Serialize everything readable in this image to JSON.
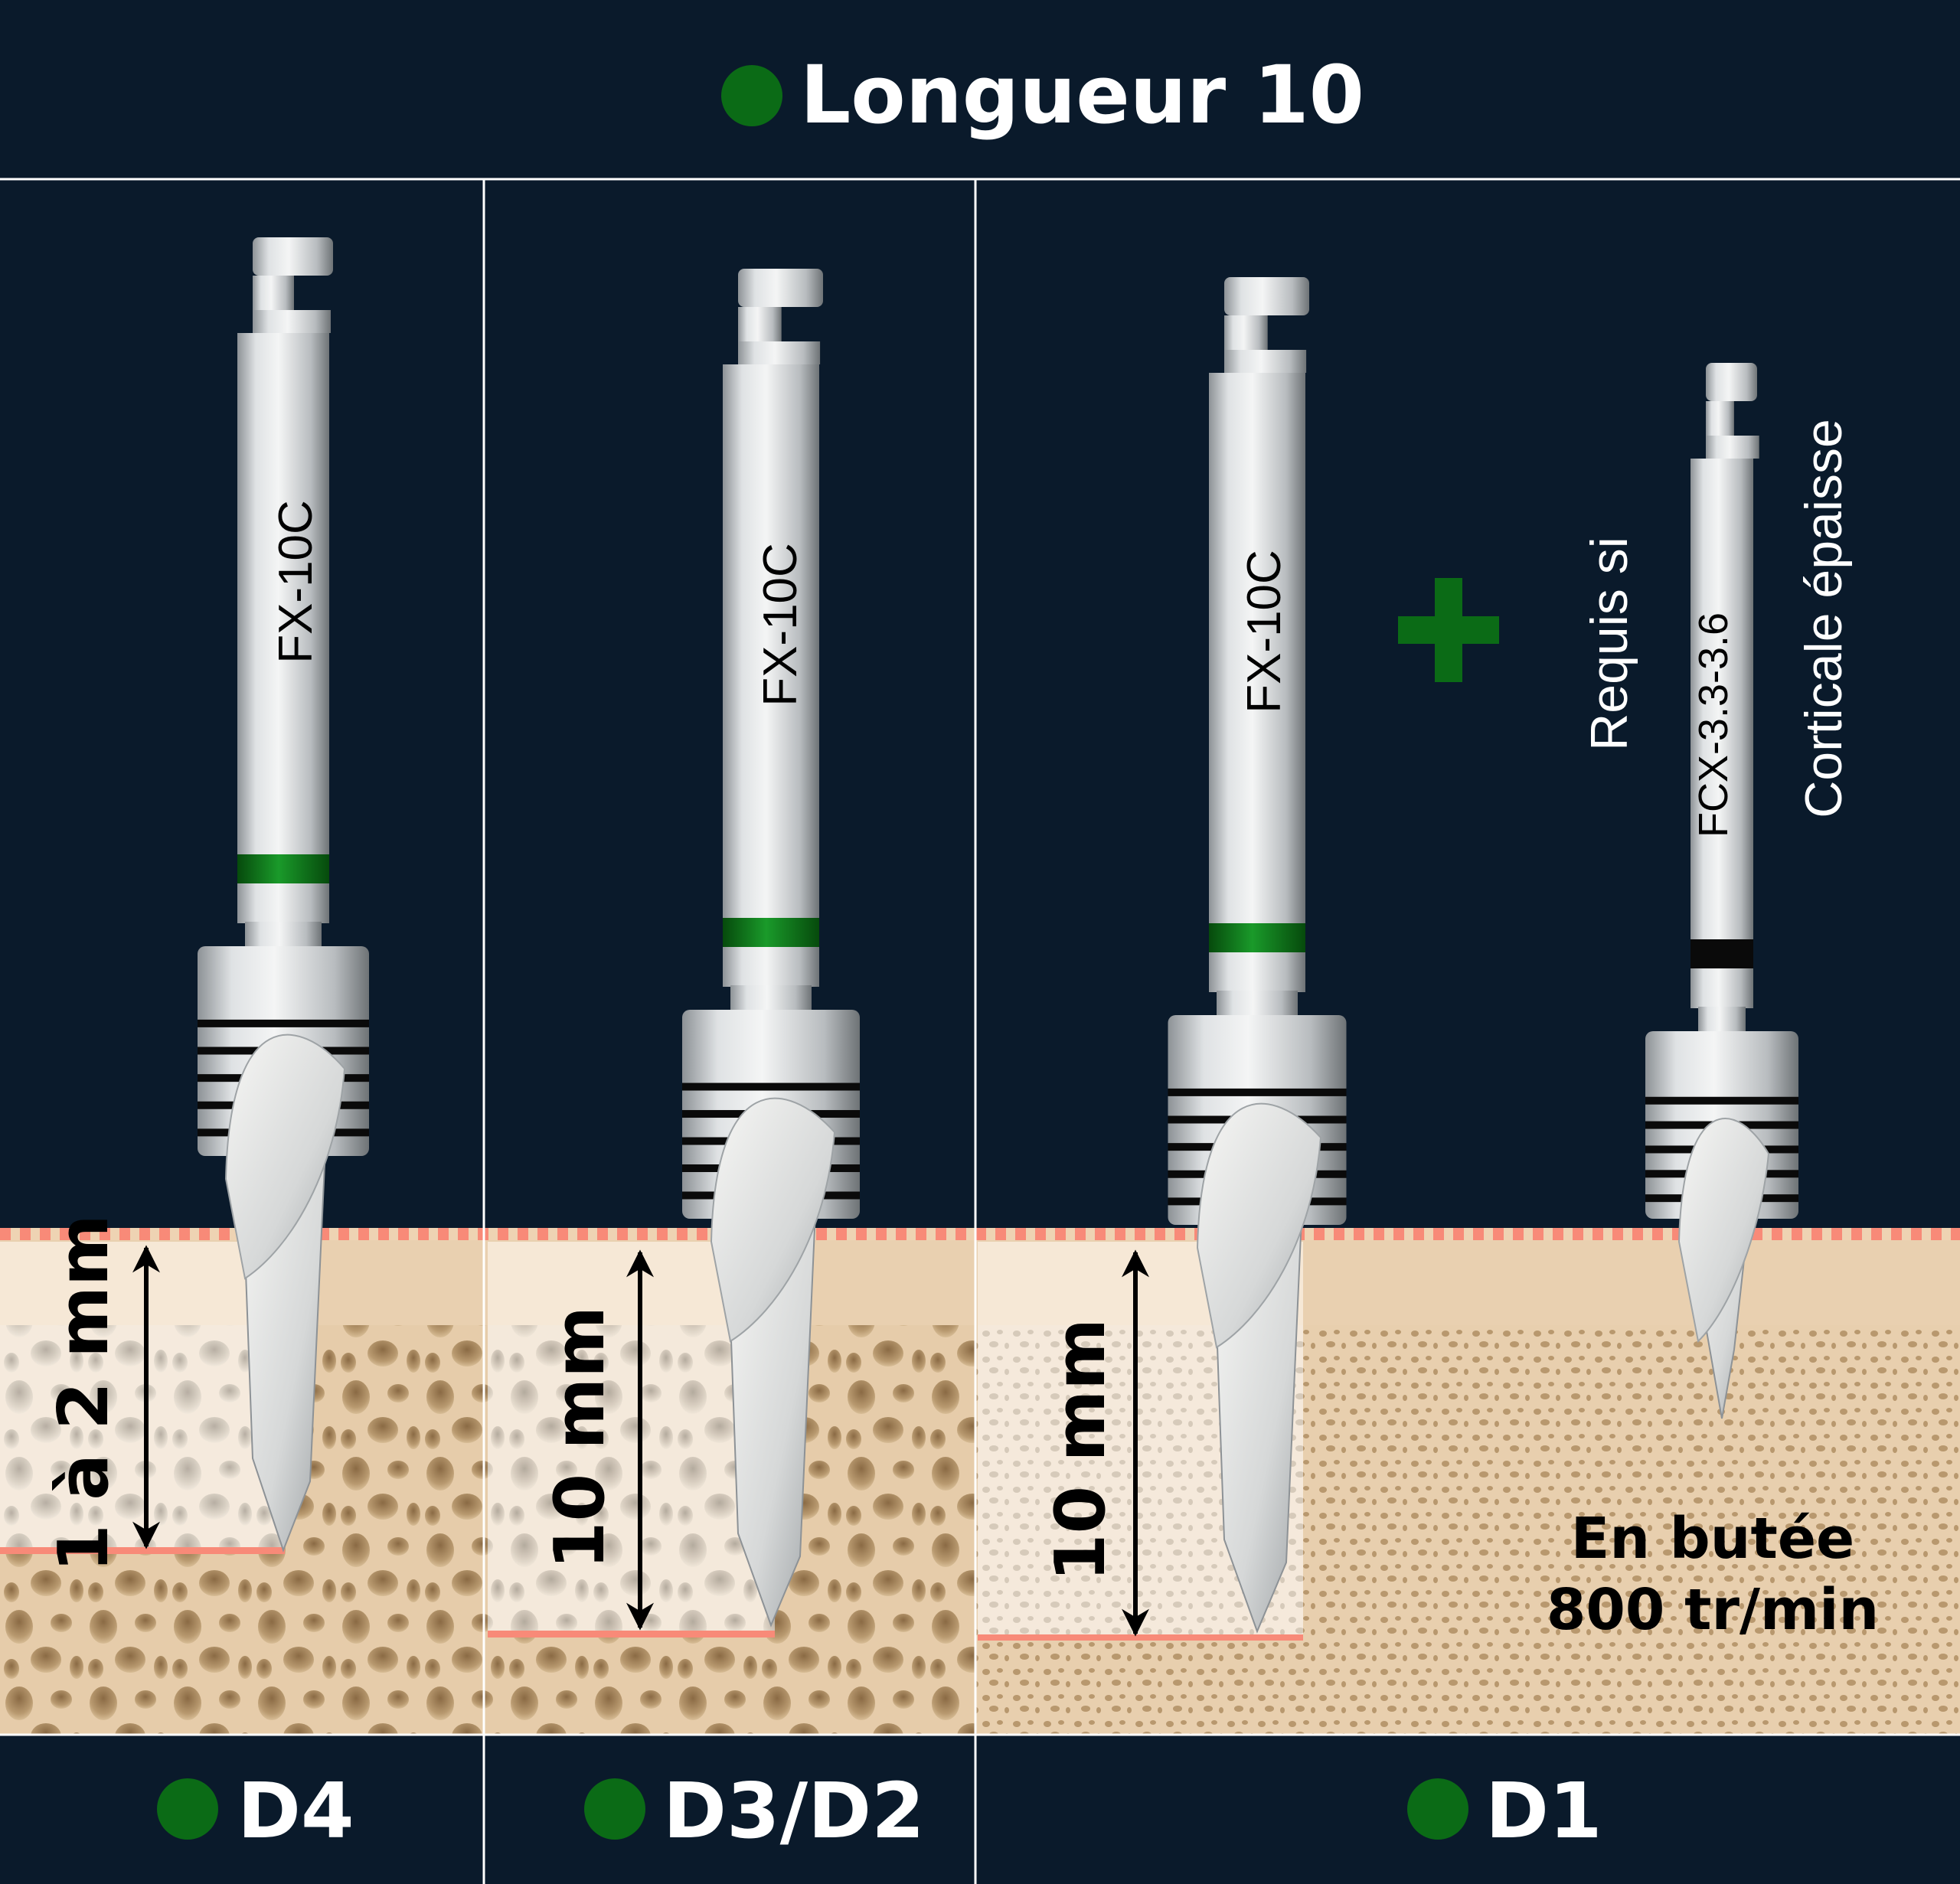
{
  "header": {
    "title": "Longueur 10",
    "dot_color": "#0b6b16"
  },
  "columns": [
    {
      "label": "D4",
      "depth_label": "1 à 2 mm",
      "drill_label": "FX-10C"
    },
    {
      "label": "D3/D2",
      "depth_label": "10 mm",
      "drill_label": "FX-10C"
    },
    {
      "label": "D1",
      "depth_label": "10 mm",
      "drill_label": "FX-10C"
    }
  ],
  "extra_drill": {
    "label": "FCX-3.3-3.6",
    "note_line1": "Requis si",
    "note_line2": "Corticale épaisse",
    "usage_line1": "En butée",
    "usage_line2": "800 tr/min"
  },
  "colors": {
    "background": "#0a1a2b",
    "bone": "#e8cfae",
    "cortical": "#f6e8d6",
    "marker": "#f88a78",
    "green": "#0b6b16"
  }
}
